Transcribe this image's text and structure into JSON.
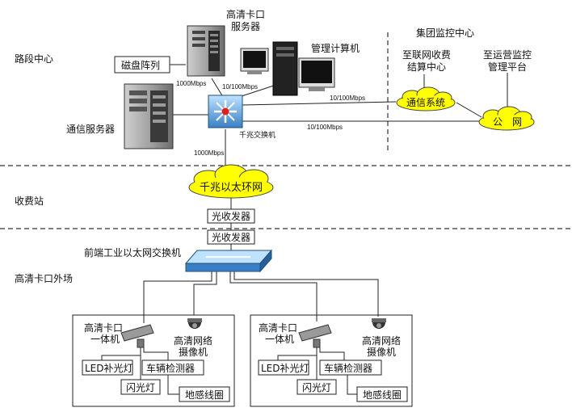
{
  "zones": {
    "road_center": "路段中心",
    "toll_station": "收费站",
    "outfield": "高清卡口外场",
    "group_center": "集团监控中心"
  },
  "devices": {
    "hd_server": "高清卡口服务器",
    "hd_server_l1": "高清卡口",
    "hd_server_l2": "服务器",
    "disk_array": "磁盘阵列",
    "mgmt_pc": "管理计算机",
    "comm_server": "通信服务器",
    "core_switch": "千兆交换机",
    "comm_system": "通信系统",
    "public_net": "公　网",
    "toll_settle_l1": "至联网收费",
    "toll_settle_l2": "结算中心",
    "ops_platform_l1": "至运营监控",
    "ops_platform_l2": "管理平台",
    "gigabit_ring": "千兆以太环网",
    "transceiver_top": "光收发器",
    "transceiver_bottom": "光收发器",
    "front_switch": "前端工业以太网交换机"
  },
  "links": {
    "l1": "1000Mbps",
    "l2": "10/100Mbps",
    "l3": "10/100Mbps",
    "l4": "10/100Mbps",
    "l5": "1000Mbps"
  },
  "site_left": {
    "camera_unit_l1": "高清卡口",
    "camera_unit_l2": "一体机",
    "net_camera_l1": "高清网络",
    "net_camera_l2": "摄像机",
    "led_light": "LED补光灯",
    "vehicle_detector": "车辆检测器",
    "flash_light": "闪光灯",
    "loop_coil": "地感线圈"
  },
  "site_right": {
    "camera_unit_l1": "高清卡口",
    "camera_unit_l2": "一体机",
    "net_camera_l1": "高清网络",
    "net_camera_l2": "摄像机",
    "led_light": "LED补光灯",
    "vehicle_detector": "车辆检测器",
    "flash_light": "闪光灯",
    "loop_coil": "地感线圈"
  },
  "colors": {
    "cloud": "#ffff00",
    "switch": "#3a7fc4",
    "switch_light": "#9fd0f5",
    "server": "#9a9a9a"
  }
}
